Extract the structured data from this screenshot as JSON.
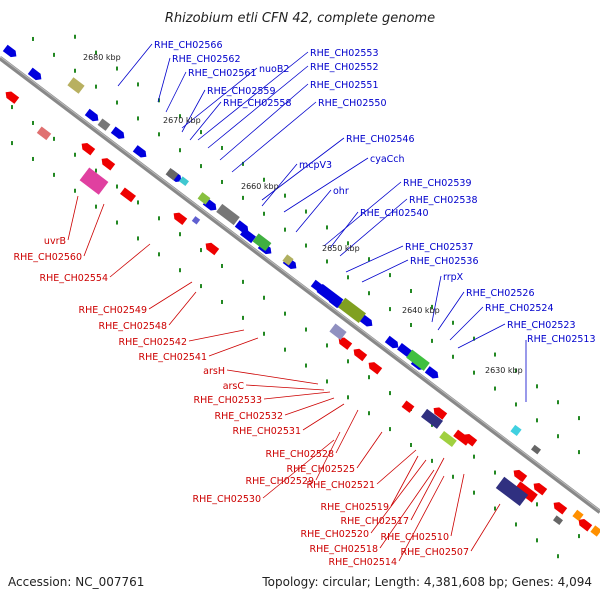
{
  "title": "Rhizobium etli CFN 42, complete genome",
  "footer": {
    "accession": "Accession: NC_007761",
    "summary": "Topology: circular; Length: 4,381,608 bp; Genes: 4,094"
  },
  "scale_labels": [
    "2680 kbp",
    "2670 kbp",
    "2660 kbp",
    "2650 kbp",
    "2640 kbp",
    "2630 kbp"
  ],
  "colors": {
    "backbone": "#888888",
    "forward_gene": "#0000dd",
    "reverse_gene": "#ee0000",
    "label_blue": "#0000cc",
    "label_red": "#cc0000",
    "tick": "#228822"
  },
  "blue_labels": [
    "RHE_CH02566",
    "RHE_CH02562",
    "RHE_CH02561",
    "nuoB2",
    "RHE_CH02553",
    "RHE_CH02552",
    "RHE_CH02559",
    "RHE_CH02558",
    "RHE_CH02551",
    "RHE_CH02550",
    "RHE_CH02546",
    "mcpV3",
    "cyaCch",
    "ohr",
    "RHE_CH02539",
    "RHE_CH02538",
    "RHE_CH02540",
    "RHE_CH02537",
    "RHE_CH02536",
    "rrpX",
    "RHE_CH02526",
    "RHE_CH02524",
    "RHE_CH02523",
    "RHE_CH02513"
  ],
  "red_labels": [
    "uvrB",
    "RHE_CH02560",
    "RHE_CH02554",
    "RHE_CH02549",
    "RHE_CH02548",
    "RHE_CH02542",
    "RHE_CH02541",
    "arsH",
    "arsC",
    "RHE_CH02533",
    "RHE_CH02532",
    "RHE_CH02531",
    "RHE_CH02528",
    "RHE_CH02525",
    "RHE_CH02529",
    "RHE_CH02521",
    "RHE_CH02530",
    "RHE_CH02519",
    "RHE_CH02517",
    "RHE_CH02520",
    "RHE_CH02510",
    "RHE_CH02518",
    "RHE_CH02514",
    "RHE_CH02507"
  ]
}
